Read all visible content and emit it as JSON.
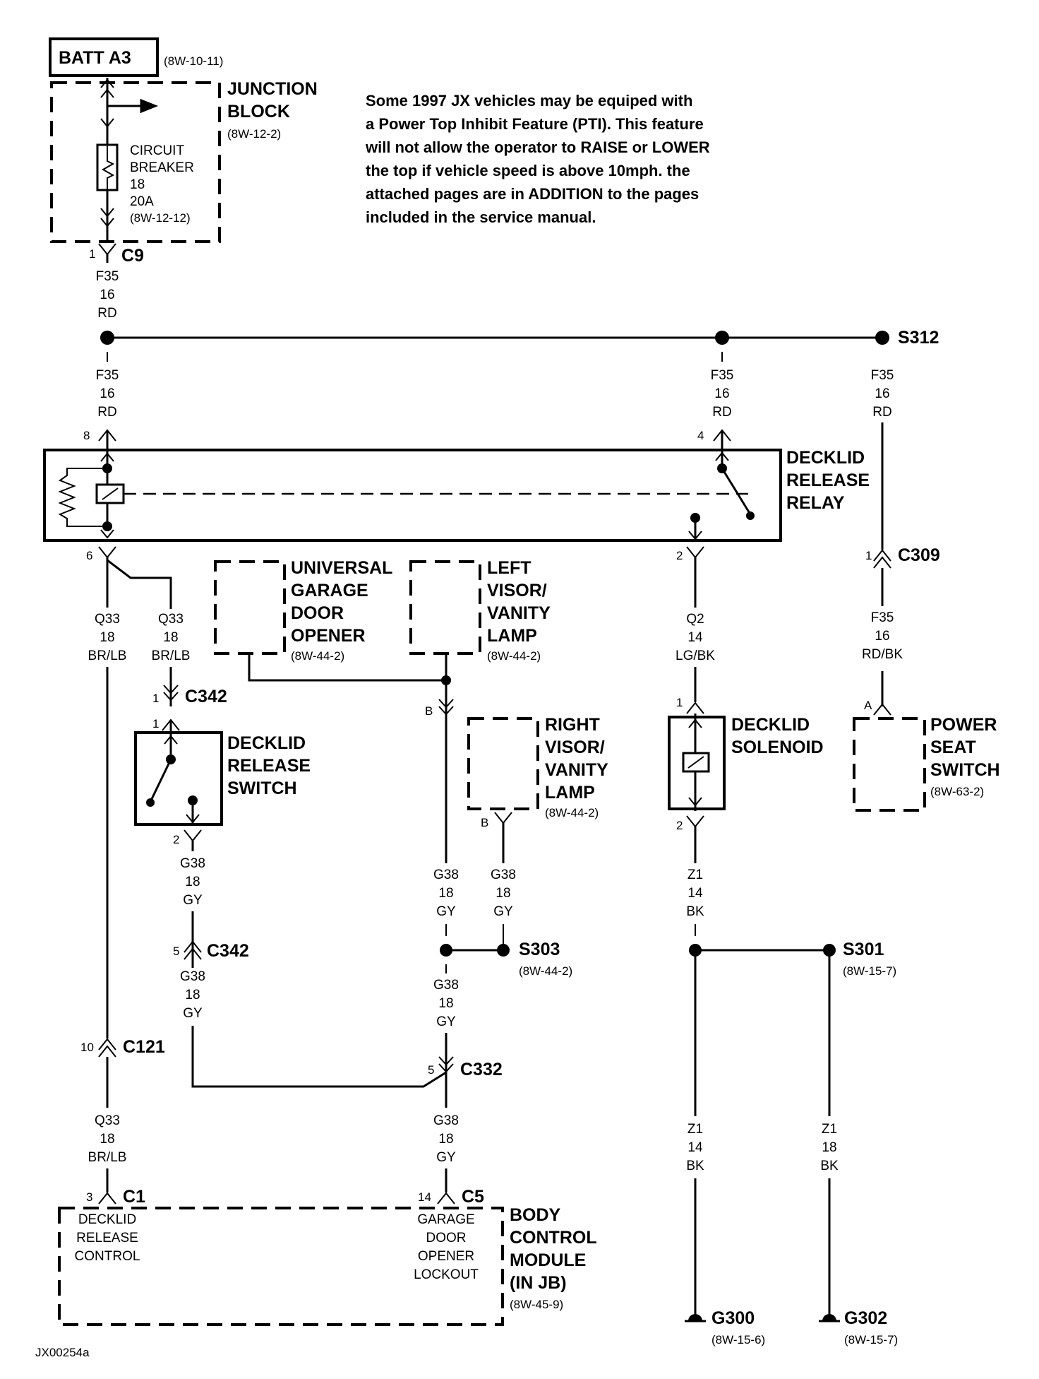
{
  "note": [
    "Some 1997 JX vehicles may be equiped with",
    "a Power Top Inhibit Feature (PTI). This feature",
    "will not allow the operator to RAISE or LOWER",
    "the top if vehicle speed is above 10mph. the",
    "attached pages are in ADDITION to the pages",
    "included in the service manual."
  ],
  "batt": {
    "label": "BATT A3",
    "ref": "(8W-10-11)"
  },
  "junction_block": {
    "title": [
      "JUNCTION",
      "BLOCK"
    ],
    "ref": "(8W-12-2)"
  },
  "circuit_breaker": {
    "lines": [
      "CIRCUIT",
      "BREAKER",
      "18",
      "20A",
      "(8W-12-12)"
    ]
  },
  "connectors": {
    "c9": {
      "name": "C9",
      "pin": "1"
    },
    "relay_pin8": "8",
    "relay_pin4": "4",
    "relay_pin6": "6",
    "relay_pin2": "2",
    "c309": {
      "name": "C309",
      "pin": "1"
    },
    "c342_top": {
      "name": "C342",
      "pin": "1"
    },
    "c342_bottom": {
      "name": "C342",
      "pin": "5"
    },
    "switch_pin1": "1",
    "switch_pin2": "2",
    "gdo_pin_b": "B",
    "right_visor_pin_b": "B",
    "solenoid_pin1": "1",
    "solenoid_pin2": "2",
    "pss_pin_a": "A",
    "c121": {
      "name": "C121",
      "pin": "10"
    },
    "c332": {
      "name": "C332",
      "pin": "5"
    },
    "c1": {
      "name": "C1",
      "pin": "3"
    },
    "c5": {
      "name": "C5",
      "pin": "14"
    }
  },
  "wires": {
    "f35_a": [
      "F35",
      "16",
      "RD"
    ],
    "f35_b": [
      "F35",
      "16",
      "RD"
    ],
    "f35_c": [
      "F35",
      "16",
      "RD"
    ],
    "f35_d": [
      "F35",
      "16",
      "RD"
    ],
    "f35_e": [
      "F35",
      "16",
      "RD/BK"
    ],
    "q33_a": [
      "Q33",
      "18",
      "BR/LB"
    ],
    "q33_b": [
      "Q33",
      "18",
      "BR/LB"
    ],
    "q33_c": [
      "Q33",
      "18",
      "BR/LB"
    ],
    "q2": [
      "Q2",
      "14",
      "LG/BK"
    ],
    "g38_a": [
      "G38",
      "18",
      "GY"
    ],
    "g38_b": [
      "G38",
      "18",
      "GY"
    ],
    "g38_c": [
      "G38",
      "18",
      "GY"
    ],
    "g38_d": [
      "G38",
      "18",
      "GY"
    ],
    "g38_e": [
      "G38",
      "18",
      "GY"
    ],
    "g38_f": [
      "G38",
      "18",
      "GY"
    ],
    "z1_a": [
      "Z1",
      "14",
      "BK"
    ],
    "z1_b": [
      "Z1",
      "14",
      "BK"
    ],
    "z1_c": [
      "Z1",
      "18",
      "BK"
    ]
  },
  "splices": {
    "s312": "S312",
    "s303": {
      "name": "S303",
      "ref": "(8W-44-2)"
    },
    "s301": {
      "name": "S301",
      "ref": "(8W-15-7)"
    }
  },
  "components": {
    "decklid_relay": [
      "DECKLID",
      "RELEASE",
      "RELAY"
    ],
    "ugdo": {
      "title": [
        "UNIVERSAL",
        "GARAGE",
        "DOOR",
        "OPENER"
      ],
      "ref": "(8W-44-2)"
    },
    "left_visor": {
      "title": [
        "LEFT",
        "VISOR/",
        "VANITY",
        "LAMP"
      ],
      "ref": "(8W-44-2)"
    },
    "right_visor": {
      "title": [
        "RIGHT",
        "VISOR/",
        "VANITY",
        "LAMP"
      ],
      "ref": "(8W-44-2)"
    },
    "decklid_switch": [
      "DECKLID",
      "RELEASE",
      "SWITCH"
    ],
    "decklid_solenoid": [
      "DECKLID",
      "SOLENOID"
    ],
    "power_seat_switch": {
      "title": [
        "POWER",
        "SEAT",
        "SWITCH"
      ],
      "ref": "(8W-63-2)"
    },
    "bcm": {
      "title": [
        "BODY",
        "CONTROL",
        "MODULE",
        "(IN JB)"
      ],
      "ref": "(8W-45-9)",
      "pin_c1_label": [
        "DECKLID",
        "RELEASE",
        "CONTROL"
      ],
      "pin_c5_label": [
        "GARAGE",
        "DOOR",
        "OPENER",
        "LOCKOUT"
      ]
    }
  },
  "grounds": {
    "g300": {
      "name": "G300",
      "ref": "(8W-15-6)"
    },
    "g302": {
      "name": "G302",
      "ref": "(8W-15-7)"
    }
  },
  "figure_id": "JX00254a"
}
